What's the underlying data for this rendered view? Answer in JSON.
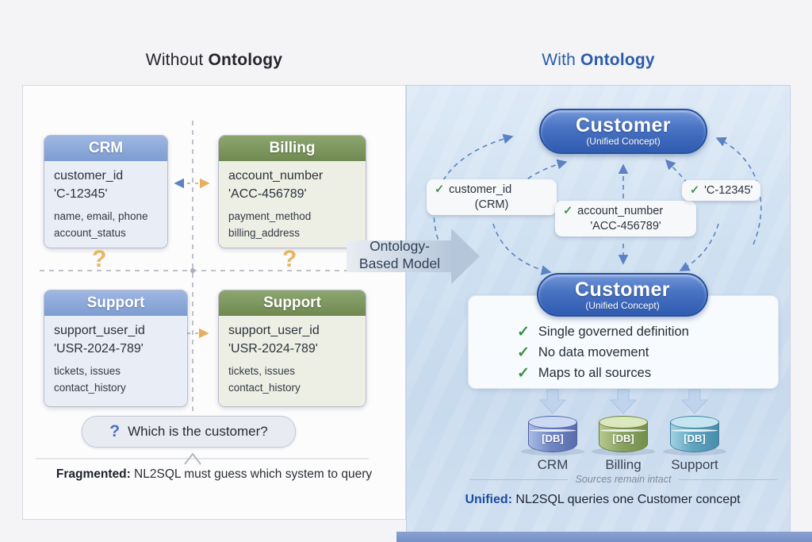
{
  "icons": {
    "check": "✓",
    "question": "?"
  },
  "titles": {
    "left": {
      "normal": "Without",
      "bold": "Ontology"
    },
    "right": {
      "normal": "With",
      "bold": "Ontology"
    }
  },
  "left_panel": {
    "cards": [
      {
        "title": "CRM",
        "field": "customer_id",
        "value": "'C-12345'",
        "extra1": "name, email, phone",
        "extra2": "account_status"
      },
      {
        "title": "Billing",
        "field": "account_number",
        "value": "'ACC-456789'",
        "extra1": "payment_method",
        "extra2": "billing_address"
      },
      {
        "title": "Support",
        "field": "support_user_id",
        "value": "'USR-2024-789'",
        "extra1": "tickets, issues",
        "extra2": "contact_history"
      },
      {
        "title": "Support",
        "field": "support_user_id",
        "value": "'USR-2024-789'",
        "extra1": "tickets, issues",
        "extra2": "contact_history"
      }
    ],
    "question_bubble": {
      "icon": "?",
      "text": "Which is the customer?"
    },
    "confusion_mark": "?",
    "caption": {
      "bold": "Fragmented:",
      "rest": " NL2SQL must guess which system to query"
    }
  },
  "center_arrow": {
    "line1": "Ontology-",
    "line2": "Based Model"
  },
  "right_panel": {
    "concept_top": {
      "title": "Customer",
      "subtitle": "(Unified Concept)"
    },
    "concept_bottom": {
      "title": "Customer",
      "subtitle": "(Unified Concept)"
    },
    "tags": [
      {
        "line1": "customer_id",
        "line2": "(CRM)"
      },
      {
        "line1": "account_number",
        "line2": "'ACC-456789'"
      },
      {
        "line1": "'C-12345'"
      }
    ],
    "benefits": [
      "Single governed definition",
      "No data movement",
      "Maps to all sources"
    ],
    "databases": [
      {
        "label": "[DB]",
        "name": "CRM"
      },
      {
        "label": "[DB]",
        "name": "Billing"
      },
      {
        "label": "[DB]",
        "name": "Support"
      }
    ],
    "sources_note": "Sources remain intact",
    "caption": {
      "bold": "Unified:",
      "rest": " NL2SQL queries one Customer concept"
    }
  },
  "colors": {
    "accent_blue": "#2b5cab",
    "header_blue": "#8caada",
    "header_green": "#7d9462",
    "check_green": "#3e8e46",
    "warn_orange": "#e8ae5a"
  }
}
